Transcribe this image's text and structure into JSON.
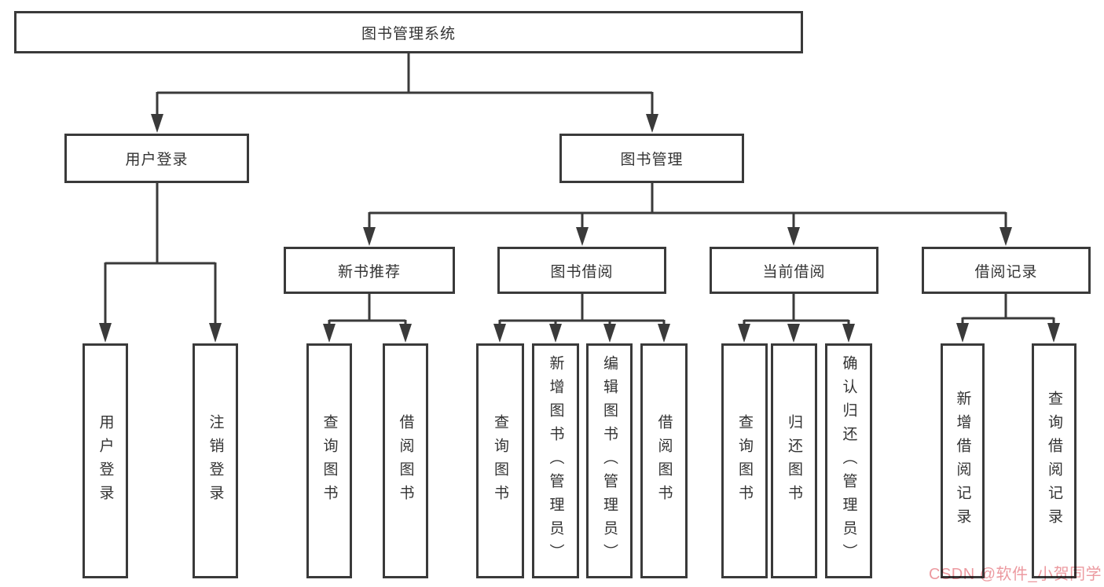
{
  "diagram_type": "hierarchy-tree",
  "colors": {
    "background": "#ffffff",
    "box_border": "#3a3a3a",
    "box_fill": "#ffffff",
    "connector": "#3a3a3a",
    "text": "#333333",
    "watermark": "#ec9aa0"
  },
  "watermark": {
    "text": "CSDN @软件_小贺同学"
  },
  "tree": {
    "label": "图书管理系统",
    "children": [
      {
        "label": "用户登录",
        "children": [
          {
            "label": "用户登录"
          },
          {
            "label": "注销登录"
          }
        ]
      },
      {
        "label": "图书管理",
        "children": [
          {
            "label": "新书推荐",
            "children": [
              {
                "label": "查询图书"
              },
              {
                "label": "借阅图书"
              }
            ]
          },
          {
            "label": "图书借阅",
            "children": [
              {
                "label": "查询图书"
              },
              {
                "label": "新增图书（管理员）"
              },
              {
                "label": "编辑图书（管理员）"
              },
              {
                "label": "借阅图书"
              }
            ]
          },
          {
            "label": "当前借阅",
            "children": [
              {
                "label": "查询图书"
              },
              {
                "label": "归还图书"
              },
              {
                "label": "确认归还（管理员）"
              }
            ]
          },
          {
            "label": "借阅记录",
            "children": [
              {
                "label": "新增借阅记录"
              },
              {
                "label": "查询借阅记录"
              }
            ]
          }
        ]
      }
    ]
  }
}
